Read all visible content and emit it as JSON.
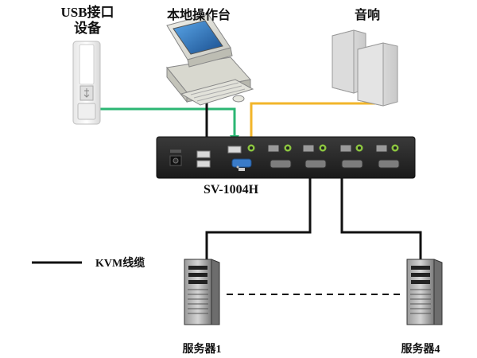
{
  "labels": {
    "usb_device_line1": "USB接口",
    "usb_device_line2": "设备",
    "local_console": "本地操作台",
    "speakers": "音响",
    "kvm_model": "SV-1004H",
    "legend_kvm_cable": "KVM线缆",
    "server1": "服务器1",
    "server4": "服务器4"
  },
  "colors": {
    "usb_cable": "#2bb673",
    "audio_cable": "#f2b52a",
    "kvm_cable": "#111111",
    "kvm_body": "#2b2b2b",
    "audio_port": "#8cc63f",
    "vga_port": "#3a7bc8"
  },
  "icons": {
    "usb_device": "usb-flash-drive-icon",
    "local_console": "desktop-computer-icon",
    "speakers": "speakers-icon",
    "kvm_switch": "kvm-switch-icon",
    "server": "tower-server-icon"
  }
}
